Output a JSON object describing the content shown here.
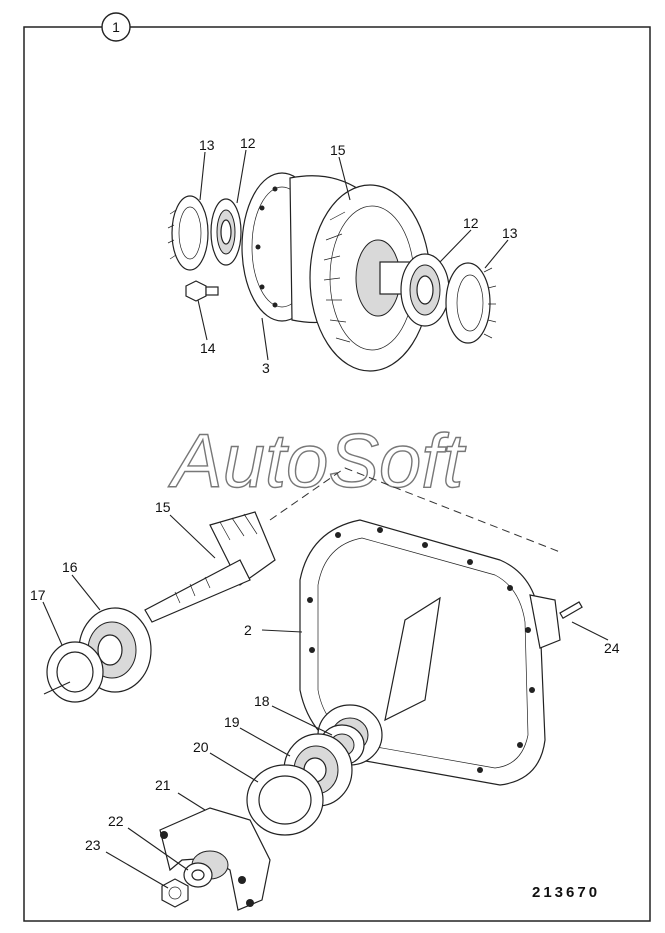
{
  "figure_number": "1",
  "watermark": "AutoSoft",
  "document_number": "213670",
  "callouts": {
    "diff_left_nut": "13",
    "diff_left_bearing": "12",
    "crown_wheel": "15",
    "diff_right_bearing": "12",
    "diff_right_nut": "13",
    "bolt": "14",
    "diff_case": "3",
    "pinion": "15",
    "pinion_bearing_inner": "16",
    "pinion_shim": "17",
    "housing": "2",
    "breather": "24",
    "seal": "18",
    "pinion_bearing_outer": "19",
    "spacer": "20",
    "yoke": "21",
    "washer": "22",
    "yoke_nut": "23"
  }
}
